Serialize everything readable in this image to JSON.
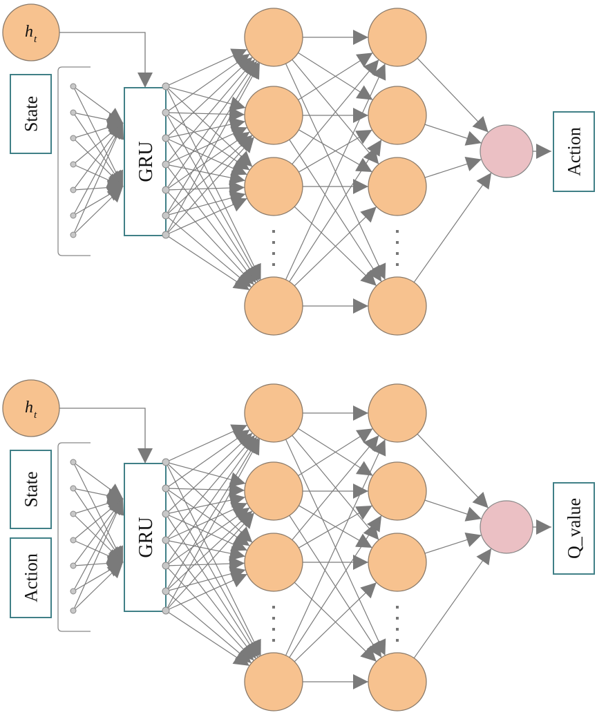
{
  "diagrams": [
    {
      "name": "actor-network",
      "hidden_state_label": {
        "main": "h",
        "sub": "t"
      },
      "input_boxes": [
        "State"
      ],
      "recurrent_block_label": "GRU",
      "output_label": "Action",
      "input_node_count": 7,
      "gru_output_count": 7,
      "hidden_layers": [
        {
          "visible_nodes": 4,
          "ellipsis": "⋮"
        },
        {
          "visible_nodes": 4,
          "ellipsis": "⋮"
        }
      ],
      "output_nodes": 1
    },
    {
      "name": "critic-network",
      "hidden_state_label": {
        "main": "h",
        "sub": "t"
      },
      "input_boxes": [
        "State",
        "Action"
      ],
      "recurrent_block_label": "GRU",
      "output_label": "Q_value",
      "input_node_count": 7,
      "gru_output_count": 7,
      "hidden_layers": [
        {
          "visible_nodes": 4,
          "ellipsis": "⋮"
        },
        {
          "visible_nodes": 4,
          "ellipsis": "⋮"
        }
      ],
      "output_nodes": 1
    }
  ],
  "colors": {
    "hidden_node": "#F7C28F",
    "output_node": "#EBC0C4",
    "box_border": "#3F7F86",
    "edge": "#7A7A7A",
    "small_node": "#C8C8C8"
  }
}
